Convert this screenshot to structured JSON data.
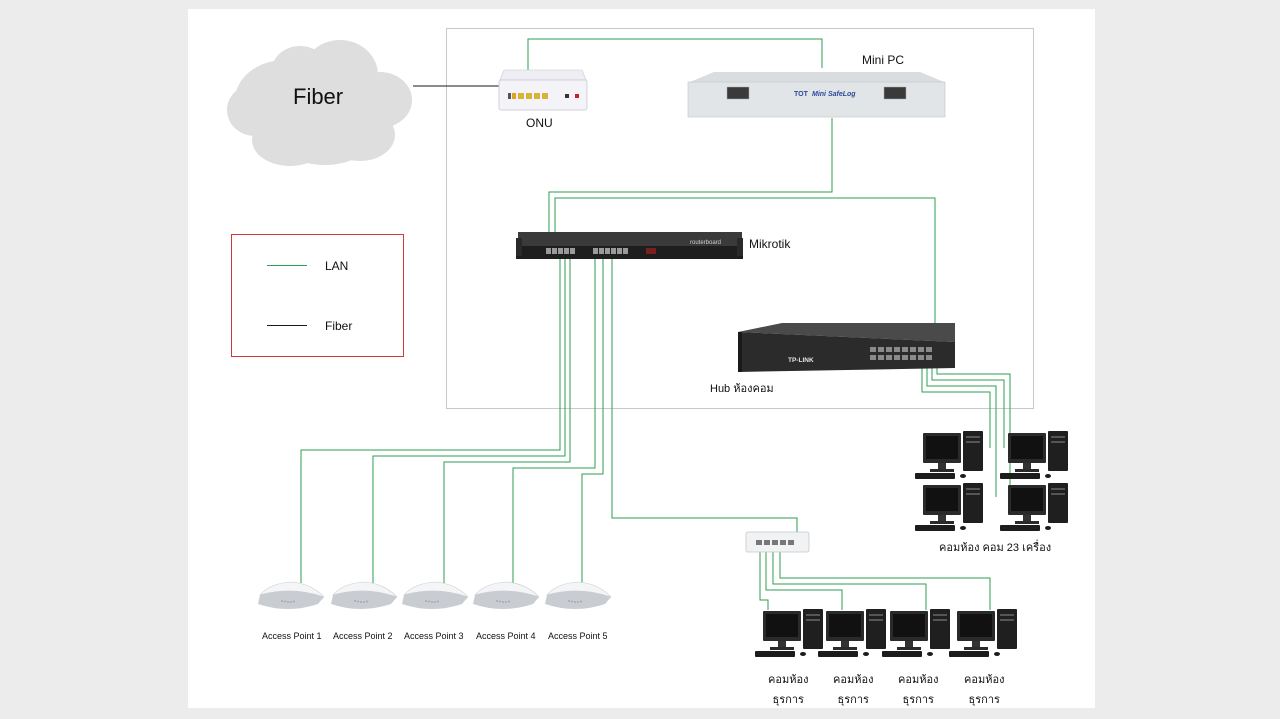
{
  "cloud": {
    "label": "Fiber"
  },
  "devices": {
    "onu": "ONU",
    "mini_pc": "Mini PC",
    "mini_pc_brand": "Mini SafeLog",
    "mikrotik": "Mikrotik",
    "mikrotik_brand": "routerboard",
    "switch_brand": "TP-LINK",
    "hub_room": "Hub ห้องคอม"
  },
  "legend": {
    "lan": "LAN",
    "fiber": "Fiber"
  },
  "colors": {
    "lan": "#2e9e4f",
    "fiber": "#1a1a1a",
    "legend_border": "#d0393b",
    "frame": "#c8c8c8"
  },
  "access_points": [
    "Access Point 1",
    "Access Point 2",
    "Access Point 3",
    "Access Point 4",
    "Access Point 5"
  ],
  "computer_room_label": "คอมห้อง คอม 23 เครื่อง",
  "office_pcs": [
    {
      "line1": "คอมห้อง",
      "line2": "ธุรการ"
    },
    {
      "line1": "คอมห้อง",
      "line2": "ธุรการ"
    },
    {
      "line1": "คอมห้อง",
      "line2": "ธุรการ"
    },
    {
      "line1": "คอมห้อง",
      "line2": "ธุรการ"
    }
  ]
}
